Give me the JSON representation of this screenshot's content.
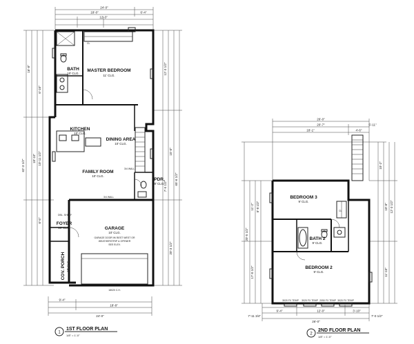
{
  "plan1": {
    "title": "1ST FLOOR PLAN",
    "number": "1",
    "scale": "1/8\" = 1'-0\"",
    "rooms": {
      "bath": {
        "name": "BATH",
        "ceiling": "10' CLG."
      },
      "master": {
        "name": "MASTER BEDROOM",
        "ceiling": "11' CLG."
      },
      "kitchen": {
        "name": "KITCHEN",
        "ceiling": "10' CLG."
      },
      "dining": {
        "name": "DINING AREA",
        "ceiling": "10' CLG."
      },
      "family": {
        "name": "FAMILY ROOM",
        "ceiling": "10' CLG."
      },
      "pdr": {
        "name": "PDR.",
        "ceiling": "8' CLG."
      },
      "garage": {
        "name": "GARAGE",
        "ceiling": "10' CLG."
      },
      "foyer": {
        "name": "FOYER",
        "ceiling": "10' CLG."
      },
      "porch": {
        "name": "COV. PORCH",
        "ceiling": "10' CLG."
      }
    },
    "dims": {
      "top_overall": "24'-0\"",
      "top_a": "18'-0\"",
      "top_b": "6'-4\"",
      "top_c": "12'-3\"",
      "bottom_overall": "24'-0\"",
      "bottom_a": "9'-4\"",
      "bottom_b": "18'-8\"",
      "left_a": "16'-8\"",
      "left_b": "18'-10\"",
      "left_c": "10'-11 1/2\"",
      "left_overall": "62'-3 1/2\"",
      "right_a": "12'-3 1/2\"",
      "right_b": "15'-0\"",
      "right_c": "7'-5 1/2\"",
      "right_overall": "65'-6 1/2\"",
      "garage_depth": "20'-3 1/2\"",
      "left_d": "6'-10\"",
      "left_e": "6'-5\""
    },
    "notes": {
      "cl": "CL",
      "wall": "3/4 WALL",
      "wall2": "3/4 WALL",
      "shelf": "DBL. SHELF",
      "garage_note1": "GARAGE DOOR W/ BEST WEST OR",
      "garage_note2": "WEATHERSTRIP & OPENER",
      "garage_note3": "SEE ELEV.",
      "slab": "18020 C.H."
    }
  },
  "plan2": {
    "title": "2ND FLOOR PLAN",
    "number": "2",
    "scale": "1/8\" = 1'-0\"",
    "rooms": {
      "bed3": {
        "name": "BEDROOM 3",
        "ceiling": "9' CLG."
      },
      "bath2": {
        "name": "BATH 2",
        "ceiling": "9' CLG."
      },
      "bed2": {
        "name": "BEDROOM 2",
        "ceiling": "9' CLG."
      }
    },
    "dims": {
      "top_overall": "26'-0\"",
      "top_a": "20'-7\"",
      "top_b": "18'-1\"",
      "top_c": "4'-6\"",
      "top_d": "5'-11\"",
      "bottom_overall": "26'-0\"",
      "bottom_a": "9'-4\"",
      "bottom_b": "12'-0\"",
      "bottom_c": "3'-10\"",
      "left_a": "6'-8 1/2\"",
      "left_b": "11'-2\"",
      "left_c": "20'-5 1/2\"",
      "left_d": "17'-0 1/2\"",
      "right_a": "10'-2\"",
      "right_b": "10'-8\"",
      "right_c": "12'-3 1/2\"",
      "right_d": "11'-10\"",
      "bottom_left": "7'-11 3/4\"",
      "bottom_right": "7'-0 1/2\""
    },
    "notes": {
      "closet": "CL",
      "window_a": "3020 FX TEMP",
      "window_b": "3020 FX TEMP",
      "window_c": "2050 FX TEMP",
      "window_d": "3020 FX TEMP"
    }
  }
}
